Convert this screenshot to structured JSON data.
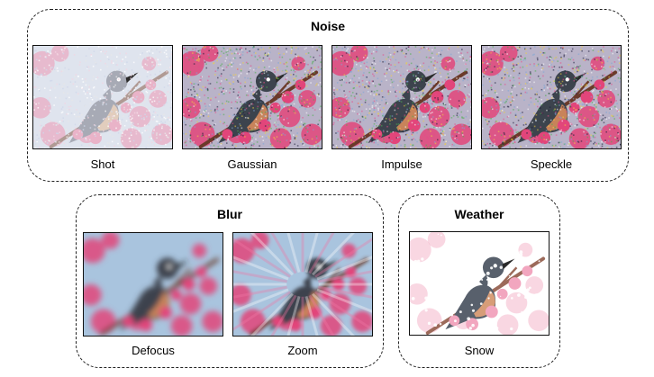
{
  "groups": {
    "noise": {
      "title": "Noise",
      "items": [
        {
          "label": "Shot",
          "variant": "shot"
        },
        {
          "label": "Gaussian",
          "variant": "noise"
        },
        {
          "label": "Impulse",
          "variant": "noise"
        },
        {
          "label": "Speckle",
          "variant": "noise"
        }
      ]
    },
    "blur": {
      "title": "Blur",
      "items": [
        {
          "label": "Defocus",
          "variant": "defocus"
        },
        {
          "label": "Zoom",
          "variant": "zoom"
        }
      ]
    },
    "weather": {
      "title": "Weather",
      "items": [
        {
          "label": "Snow",
          "variant": "snow"
        }
      ]
    }
  },
  "colors": {
    "sky_blue": "#a9c4de",
    "blossom_pink": "#e2457a",
    "bird_dark": "#3c434d",
    "bird_belly": "#c8835a",
    "branch_brown": "#6b3a2a",
    "border": "#222222"
  }
}
